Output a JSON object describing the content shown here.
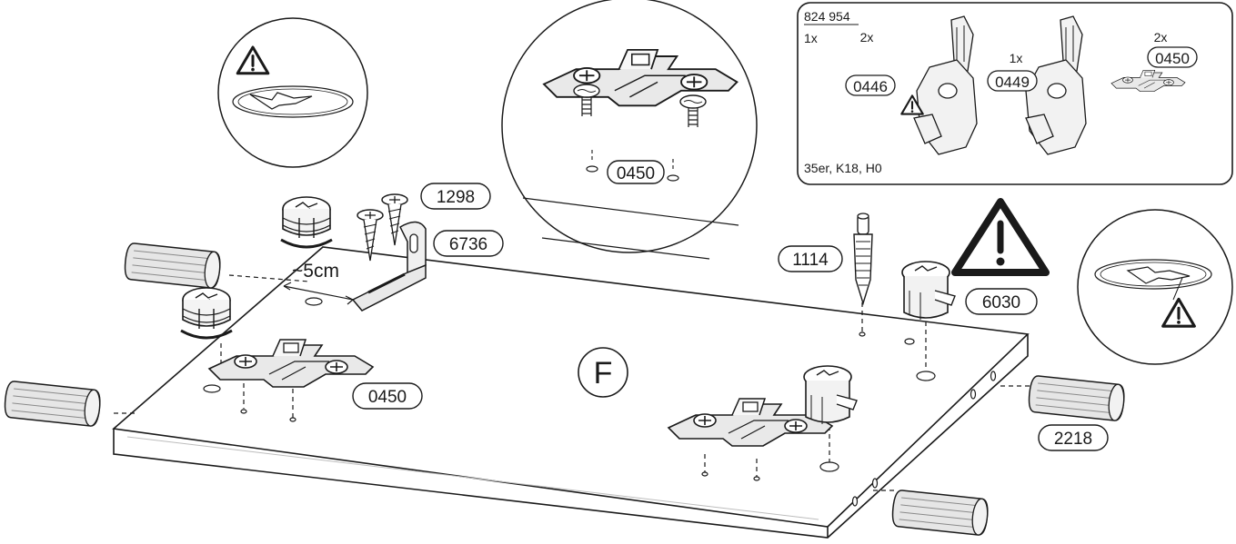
{
  "panel_letter": "F",
  "measurement": "~5cm",
  "part_labels": {
    "p1298": "1298",
    "p6736": "6736",
    "p0450_zoom": "0450",
    "p0450_left": "0450",
    "p1114": "1114",
    "p6030": "6030",
    "p2218": "2218"
  },
  "kit_box": {
    "article_no": "824 954",
    "hinge_qty": "1x",
    "hinge_note": "35er, K18, H0",
    "items": [
      {
        "qty": "2x",
        "part": "0446"
      },
      {
        "qty": "1x",
        "part": "0449"
      },
      {
        "qty": "2x",
        "part": "0450"
      }
    ]
  },
  "colors": {
    "line": "#1a1a1a",
    "background": "#ffffff",
    "part_fill": "#d9d9d9"
  }
}
